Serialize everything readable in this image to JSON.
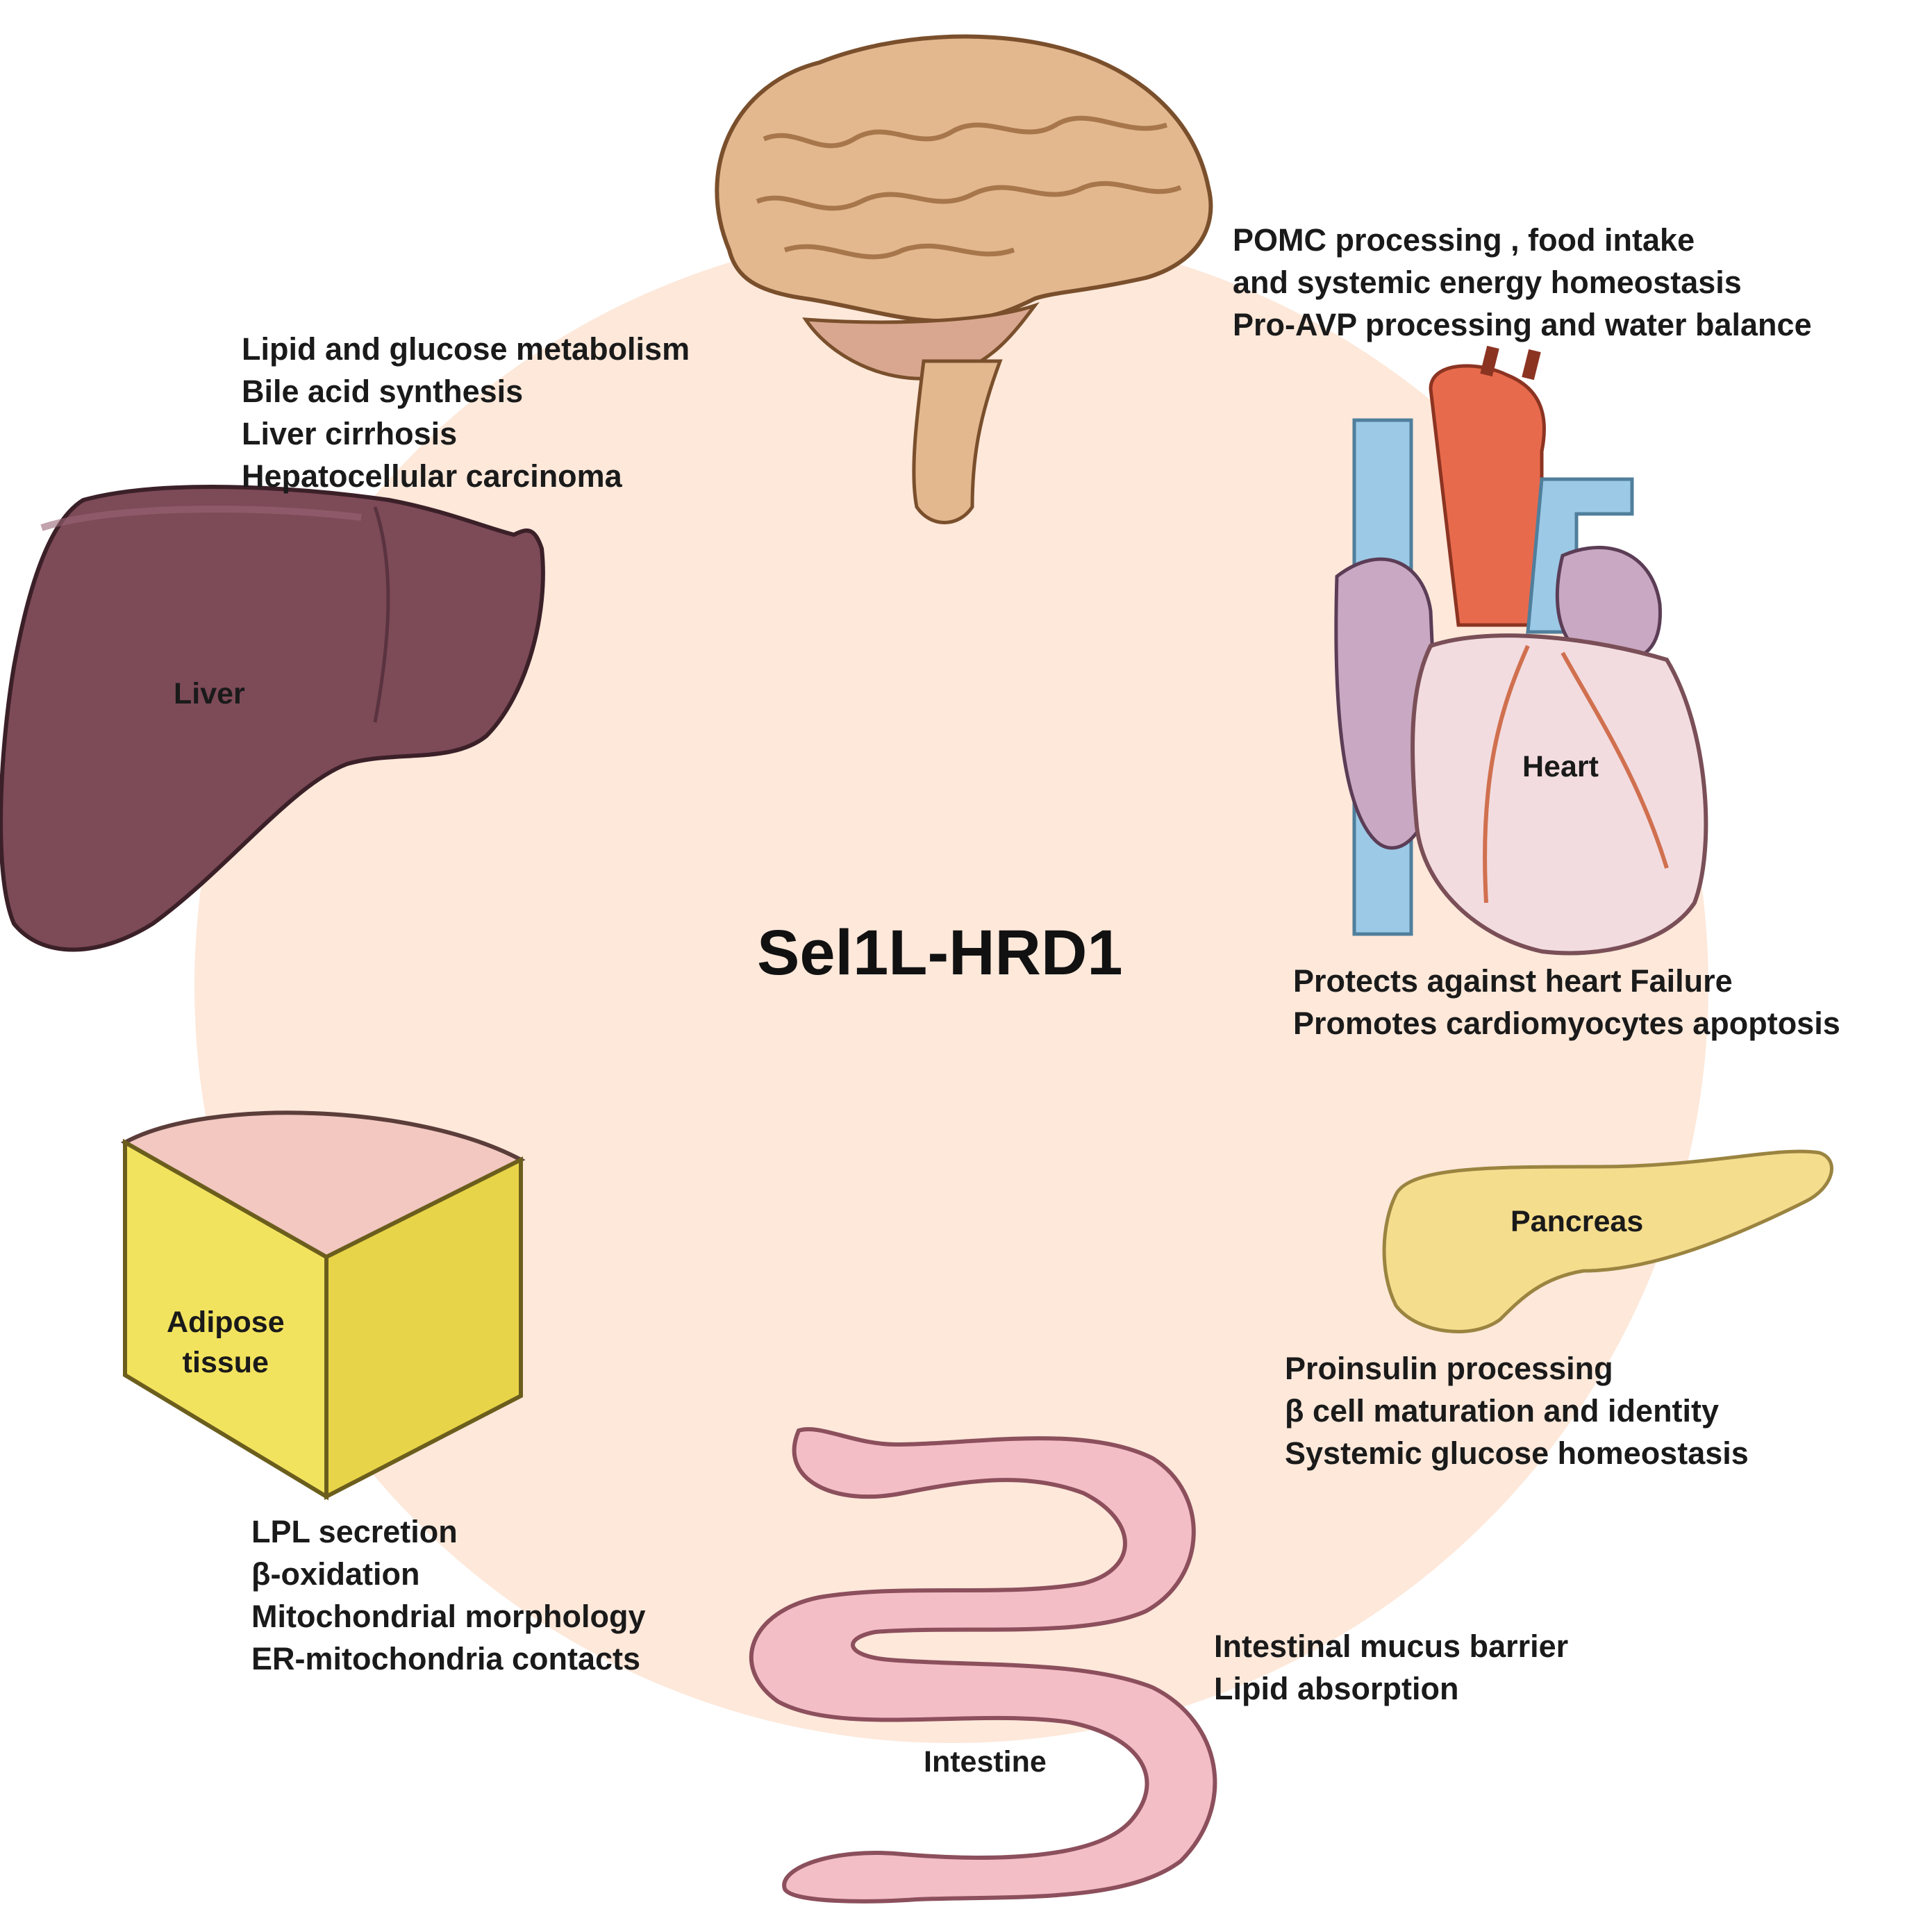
{
  "title": "Sel1L-HRD1",
  "colors": {
    "circle": "#fde8da",
    "liver": "#7d4a58",
    "brain": "#e3b88f",
    "heart": "#f2dce0",
    "aorta": "#e86a4c",
    "vein": "#9cc9e6",
    "pancreas": "#f5dd8e",
    "adipose_top": "#f2c8c0",
    "adipose_side": "#f2e35f",
    "intestine": "#f4bec7"
  },
  "organs": {
    "brain": {
      "icon": "brain-icon",
      "functions": [
        "POMC processing , food intake",
        "and systemic energy homeostasis",
        "Pro-AVP processing and water balance"
      ]
    },
    "liver": {
      "icon": "liver-icon",
      "label": "Liver",
      "functions": [
        "Lipid and glucose metabolism",
        "Bile acid synthesis",
        "Liver cirrhosis",
        "Hepatocellular carcinoma"
      ]
    },
    "heart": {
      "icon": "heart-icon",
      "label": "Heart",
      "functions": [
        "Protects against heart Failure",
        "Promotes cardiomyocytes apoptosis"
      ]
    },
    "pancreas": {
      "icon": "pancreas-icon",
      "label": "Pancreas",
      "functions": [
        "Proinsulin processing",
        "β cell maturation and identity",
        "Systemic glucose homeostasis"
      ]
    },
    "adipose": {
      "icon": "adipose-tissue-icon",
      "label_line1": "Adipose",
      "label_line2": "tissue",
      "functions": [
        "LPL secretion",
        "β-oxidation",
        "Mitochondrial morphology",
        "ER-mitochondria contacts"
      ]
    },
    "intestine": {
      "icon": "intestine-icon",
      "label": "Intestine",
      "functions": [
        "Intestinal mucus barrier",
        "Lipid absorption"
      ]
    }
  }
}
